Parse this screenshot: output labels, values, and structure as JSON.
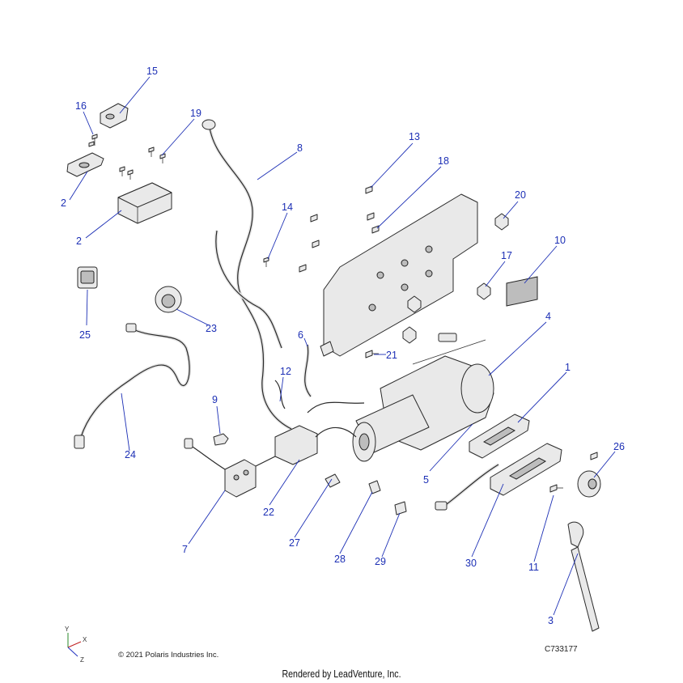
{
  "callouts": [
    {
      "label": "15"
    },
    {
      "label": "16"
    },
    {
      "label": "19"
    },
    {
      "label": "8"
    },
    {
      "label": "13"
    },
    {
      "label": "18"
    },
    {
      "label": "20"
    },
    {
      "label": "2"
    },
    {
      "label": "2"
    },
    {
      "label": "14"
    },
    {
      "label": "10"
    },
    {
      "label": "17"
    },
    {
      "label": "25"
    },
    {
      "label": "23"
    },
    {
      "label": "4"
    },
    {
      "label": "6"
    },
    {
      "label": "21"
    },
    {
      "label": "12"
    },
    {
      "label": "1"
    },
    {
      "label": "9"
    },
    {
      "label": "24"
    },
    {
      "label": "26"
    },
    {
      "label": "5"
    },
    {
      "label": "22"
    },
    {
      "label": "27"
    },
    {
      "label": "7"
    },
    {
      "label": "28"
    },
    {
      "label": "29"
    },
    {
      "label": "30"
    },
    {
      "label": "11"
    },
    {
      "label": "3"
    }
  ],
  "axes": {
    "y": "Y",
    "x": "X",
    "z": "Z"
  },
  "footer": {
    "copyright": "© 2021 Polaris Industries Inc.",
    "figure_id": "C733177",
    "rendered_by": "Rendered by LeadVenture, Inc."
  },
  "colors": {
    "callout": "#1c2fb5",
    "line_art": "#2a2a2a"
  }
}
